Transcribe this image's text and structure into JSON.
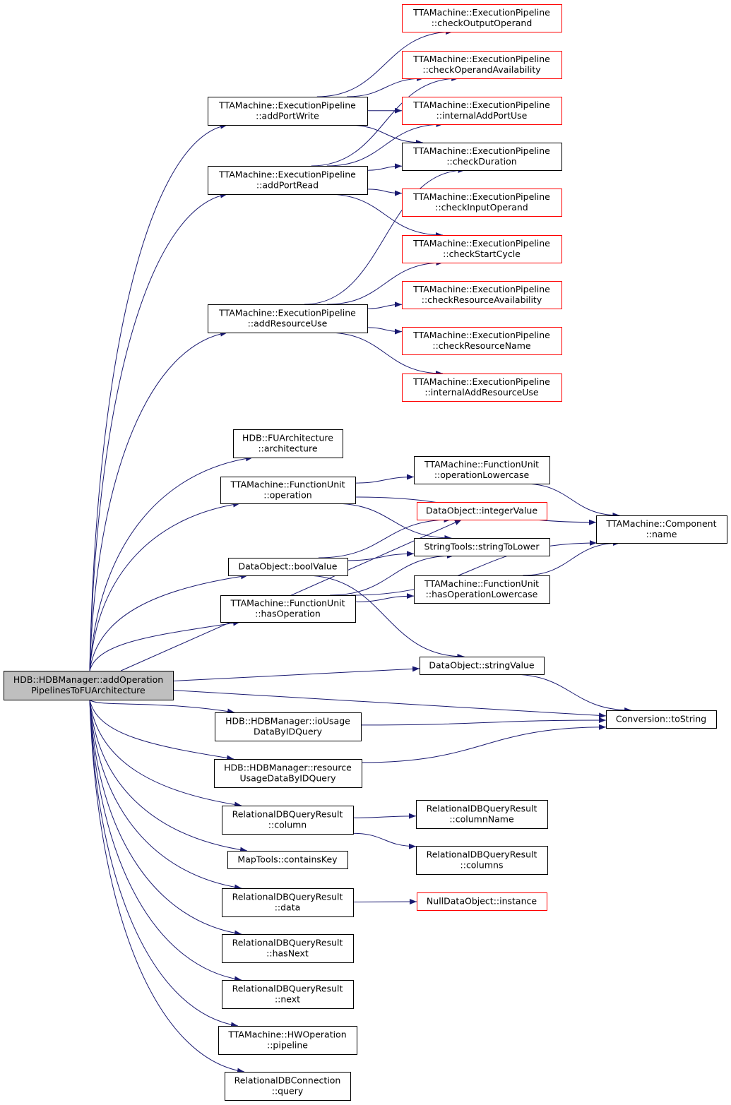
{
  "colors": {
    "edge": "#191970",
    "node_border": "#000000",
    "node_border_truncated": "#ff0000",
    "root_fill": "#bfbfbf",
    "node_fill": "#ffffff"
  },
  "nodes": [
    {
      "id": "root",
      "lines": [
        "HDB::HDBManager::addOperation",
        "PipelinesToFUArchitecture"
      ],
      "kind": "root"
    },
    {
      "id": "addPortWrite",
      "lines": [
        "TTAMachine::ExecutionPipeline",
        "::addPortWrite"
      ],
      "kind": "normal"
    },
    {
      "id": "addPortRead",
      "lines": [
        "TTAMachine::ExecutionPipeline",
        "::addPortRead"
      ],
      "kind": "normal"
    },
    {
      "id": "addResourceUse",
      "lines": [
        "TTAMachine::ExecutionPipeline",
        "::addResourceUse"
      ],
      "kind": "normal"
    },
    {
      "id": "checkOutputOperand",
      "lines": [
        "TTAMachine::ExecutionPipeline",
        "::checkOutputOperand"
      ],
      "kind": "truncated"
    },
    {
      "id": "checkOperandAvailability",
      "lines": [
        "TTAMachine::ExecutionPipeline",
        "::checkOperandAvailability"
      ],
      "kind": "truncated"
    },
    {
      "id": "internalAddPortUse",
      "lines": [
        "TTAMachine::ExecutionPipeline",
        "::internalAddPortUse"
      ],
      "kind": "truncated"
    },
    {
      "id": "checkDuration",
      "lines": [
        "TTAMachine::ExecutionPipeline",
        "::checkDuration"
      ],
      "kind": "normal"
    },
    {
      "id": "checkInputOperand",
      "lines": [
        "TTAMachine::ExecutionPipeline",
        "::checkInputOperand"
      ],
      "kind": "truncated"
    },
    {
      "id": "checkStartCycle",
      "lines": [
        "TTAMachine::ExecutionPipeline",
        "::checkStartCycle"
      ],
      "kind": "truncated"
    },
    {
      "id": "checkResourceAvailability",
      "lines": [
        "TTAMachine::ExecutionPipeline",
        "::checkResourceAvailability"
      ],
      "kind": "truncated"
    },
    {
      "id": "checkResourceName",
      "lines": [
        "TTAMachine::ExecutionPipeline",
        "::checkResourceName"
      ],
      "kind": "truncated"
    },
    {
      "id": "internalAddResourceUse",
      "lines": [
        "TTAMachine::ExecutionPipeline",
        "::internalAddResourceUse"
      ],
      "kind": "truncated"
    },
    {
      "id": "architecture",
      "lines": [
        "HDB::FUArchitecture",
        "::architecture"
      ],
      "kind": "normal"
    },
    {
      "id": "operation",
      "lines": [
        "TTAMachine::FunctionUnit",
        "::operation"
      ],
      "kind": "normal"
    },
    {
      "id": "operationLowercase",
      "lines": [
        "TTAMachine::FunctionUnit",
        "::operationLowercase"
      ],
      "kind": "normal"
    },
    {
      "id": "componentName",
      "lines": [
        "TTAMachine::Component",
        "::name"
      ],
      "kind": "normal"
    },
    {
      "id": "integerValue",
      "lines": [
        "DataObject::integerValue"
      ],
      "kind": "truncated"
    },
    {
      "id": "stringToLower",
      "lines": [
        "StringTools::stringToLower"
      ],
      "kind": "normal"
    },
    {
      "id": "boolValue",
      "lines": [
        "DataObject::boolValue"
      ],
      "kind": "normal"
    },
    {
      "id": "hasOperationLowercase",
      "lines": [
        "TTAMachine::FunctionUnit",
        "::hasOperationLowercase"
      ],
      "kind": "normal"
    },
    {
      "id": "hasOperation",
      "lines": [
        "TTAMachine::FunctionUnit",
        "::hasOperation"
      ],
      "kind": "normal"
    },
    {
      "id": "stringValue",
      "lines": [
        "DataObject::stringValue"
      ],
      "kind": "normal"
    },
    {
      "id": "toString",
      "lines": [
        "Conversion::toString"
      ],
      "kind": "normal"
    },
    {
      "id": "ioUsage",
      "lines": [
        "HDB::HDBManager::ioUsage",
        "DataByIDQuery"
      ],
      "kind": "normal"
    },
    {
      "id": "resourceUsage",
      "lines": [
        "HDB::HDBManager::resource",
        "UsageDataByIDQuery"
      ],
      "kind": "normal"
    },
    {
      "id": "column",
      "lines": [
        "RelationalDBQueryResult",
        "::column"
      ],
      "kind": "normal"
    },
    {
      "id": "columnName",
      "lines": [
        "RelationalDBQueryResult",
        "::columnName"
      ],
      "kind": "normal"
    },
    {
      "id": "columns",
      "lines": [
        "RelationalDBQueryResult",
        "::columns"
      ],
      "kind": "normal"
    },
    {
      "id": "containsKey",
      "lines": [
        "MapTools::containsKey"
      ],
      "kind": "normal"
    },
    {
      "id": "data",
      "lines": [
        "RelationalDBQueryResult",
        "::data"
      ],
      "kind": "normal"
    },
    {
      "id": "nullInstance",
      "lines": [
        "NullDataObject::instance"
      ],
      "kind": "truncated"
    },
    {
      "id": "hasNext",
      "lines": [
        "RelationalDBQueryResult",
        "::hasNext"
      ],
      "kind": "normal"
    },
    {
      "id": "next",
      "lines": [
        "RelationalDBQueryResult",
        "::next"
      ],
      "kind": "normal"
    },
    {
      "id": "pipeline",
      "lines": [
        "TTAMachine::HWOperation",
        "::pipeline"
      ],
      "kind": "normal"
    },
    {
      "id": "query",
      "lines": [
        "RelationalDBConnection",
        "::query"
      ],
      "kind": "normal"
    }
  ],
  "edges": [
    {
      "from": "root",
      "to": "addPortWrite"
    },
    {
      "from": "root",
      "to": "addPortRead"
    },
    {
      "from": "root",
      "to": "addResourceUse"
    },
    {
      "from": "root",
      "to": "architecture"
    },
    {
      "from": "root",
      "to": "operation"
    },
    {
      "from": "root",
      "to": "integerValue"
    },
    {
      "from": "root",
      "to": "boolValue"
    },
    {
      "from": "root",
      "to": "hasOperation"
    },
    {
      "from": "root",
      "to": "stringValue"
    },
    {
      "from": "root",
      "to": "toString"
    },
    {
      "from": "root",
      "to": "ioUsage"
    },
    {
      "from": "root",
      "to": "resourceUsage"
    },
    {
      "from": "root",
      "to": "column"
    },
    {
      "from": "root",
      "to": "containsKey"
    },
    {
      "from": "root",
      "to": "data"
    },
    {
      "from": "root",
      "to": "hasNext"
    },
    {
      "from": "root",
      "to": "next"
    },
    {
      "from": "root",
      "to": "pipeline"
    },
    {
      "from": "root",
      "to": "query"
    },
    {
      "from": "addPortWrite",
      "to": "checkOutputOperand"
    },
    {
      "from": "addPortWrite",
      "to": "checkOperandAvailability"
    },
    {
      "from": "addPortWrite",
      "to": "internalAddPortUse"
    },
    {
      "from": "addPortWrite",
      "to": "checkDuration"
    },
    {
      "from": "addPortRead",
      "to": "checkOperandAvailability"
    },
    {
      "from": "addPortRead",
      "to": "internalAddPortUse"
    },
    {
      "from": "addPortRead",
      "to": "checkDuration"
    },
    {
      "from": "addPortRead",
      "to": "checkInputOperand"
    },
    {
      "from": "addPortRead",
      "to": "checkStartCycle"
    },
    {
      "from": "addResourceUse",
      "to": "checkDuration"
    },
    {
      "from": "addResourceUse",
      "to": "checkStartCycle"
    },
    {
      "from": "addResourceUse",
      "to": "checkResourceAvailability"
    },
    {
      "from": "addResourceUse",
      "to": "checkResourceName"
    },
    {
      "from": "addResourceUse",
      "to": "internalAddResourceUse"
    },
    {
      "from": "operation",
      "to": "operationLowercase"
    },
    {
      "from": "operation",
      "to": "componentName"
    },
    {
      "from": "operation",
      "to": "stringToLower"
    },
    {
      "from": "operationLowercase",
      "to": "componentName"
    },
    {
      "from": "boolValue",
      "to": "integerValue"
    },
    {
      "from": "boolValue",
      "to": "stringToLower"
    },
    {
      "from": "boolValue",
      "to": "stringValue"
    },
    {
      "from": "hasOperation",
      "to": "stringToLower"
    },
    {
      "from": "hasOperation",
      "to": "hasOperationLowercase"
    },
    {
      "from": "hasOperation",
      "to": "componentName"
    },
    {
      "from": "hasOperationLowercase",
      "to": "componentName"
    },
    {
      "from": "stringValue",
      "to": "toString"
    },
    {
      "from": "ioUsage",
      "to": "toString"
    },
    {
      "from": "resourceUsage",
      "to": "toString"
    },
    {
      "from": "column",
      "to": "columnName"
    },
    {
      "from": "column",
      "to": "columns"
    },
    {
      "from": "data",
      "to": "nullInstance"
    }
  ]
}
